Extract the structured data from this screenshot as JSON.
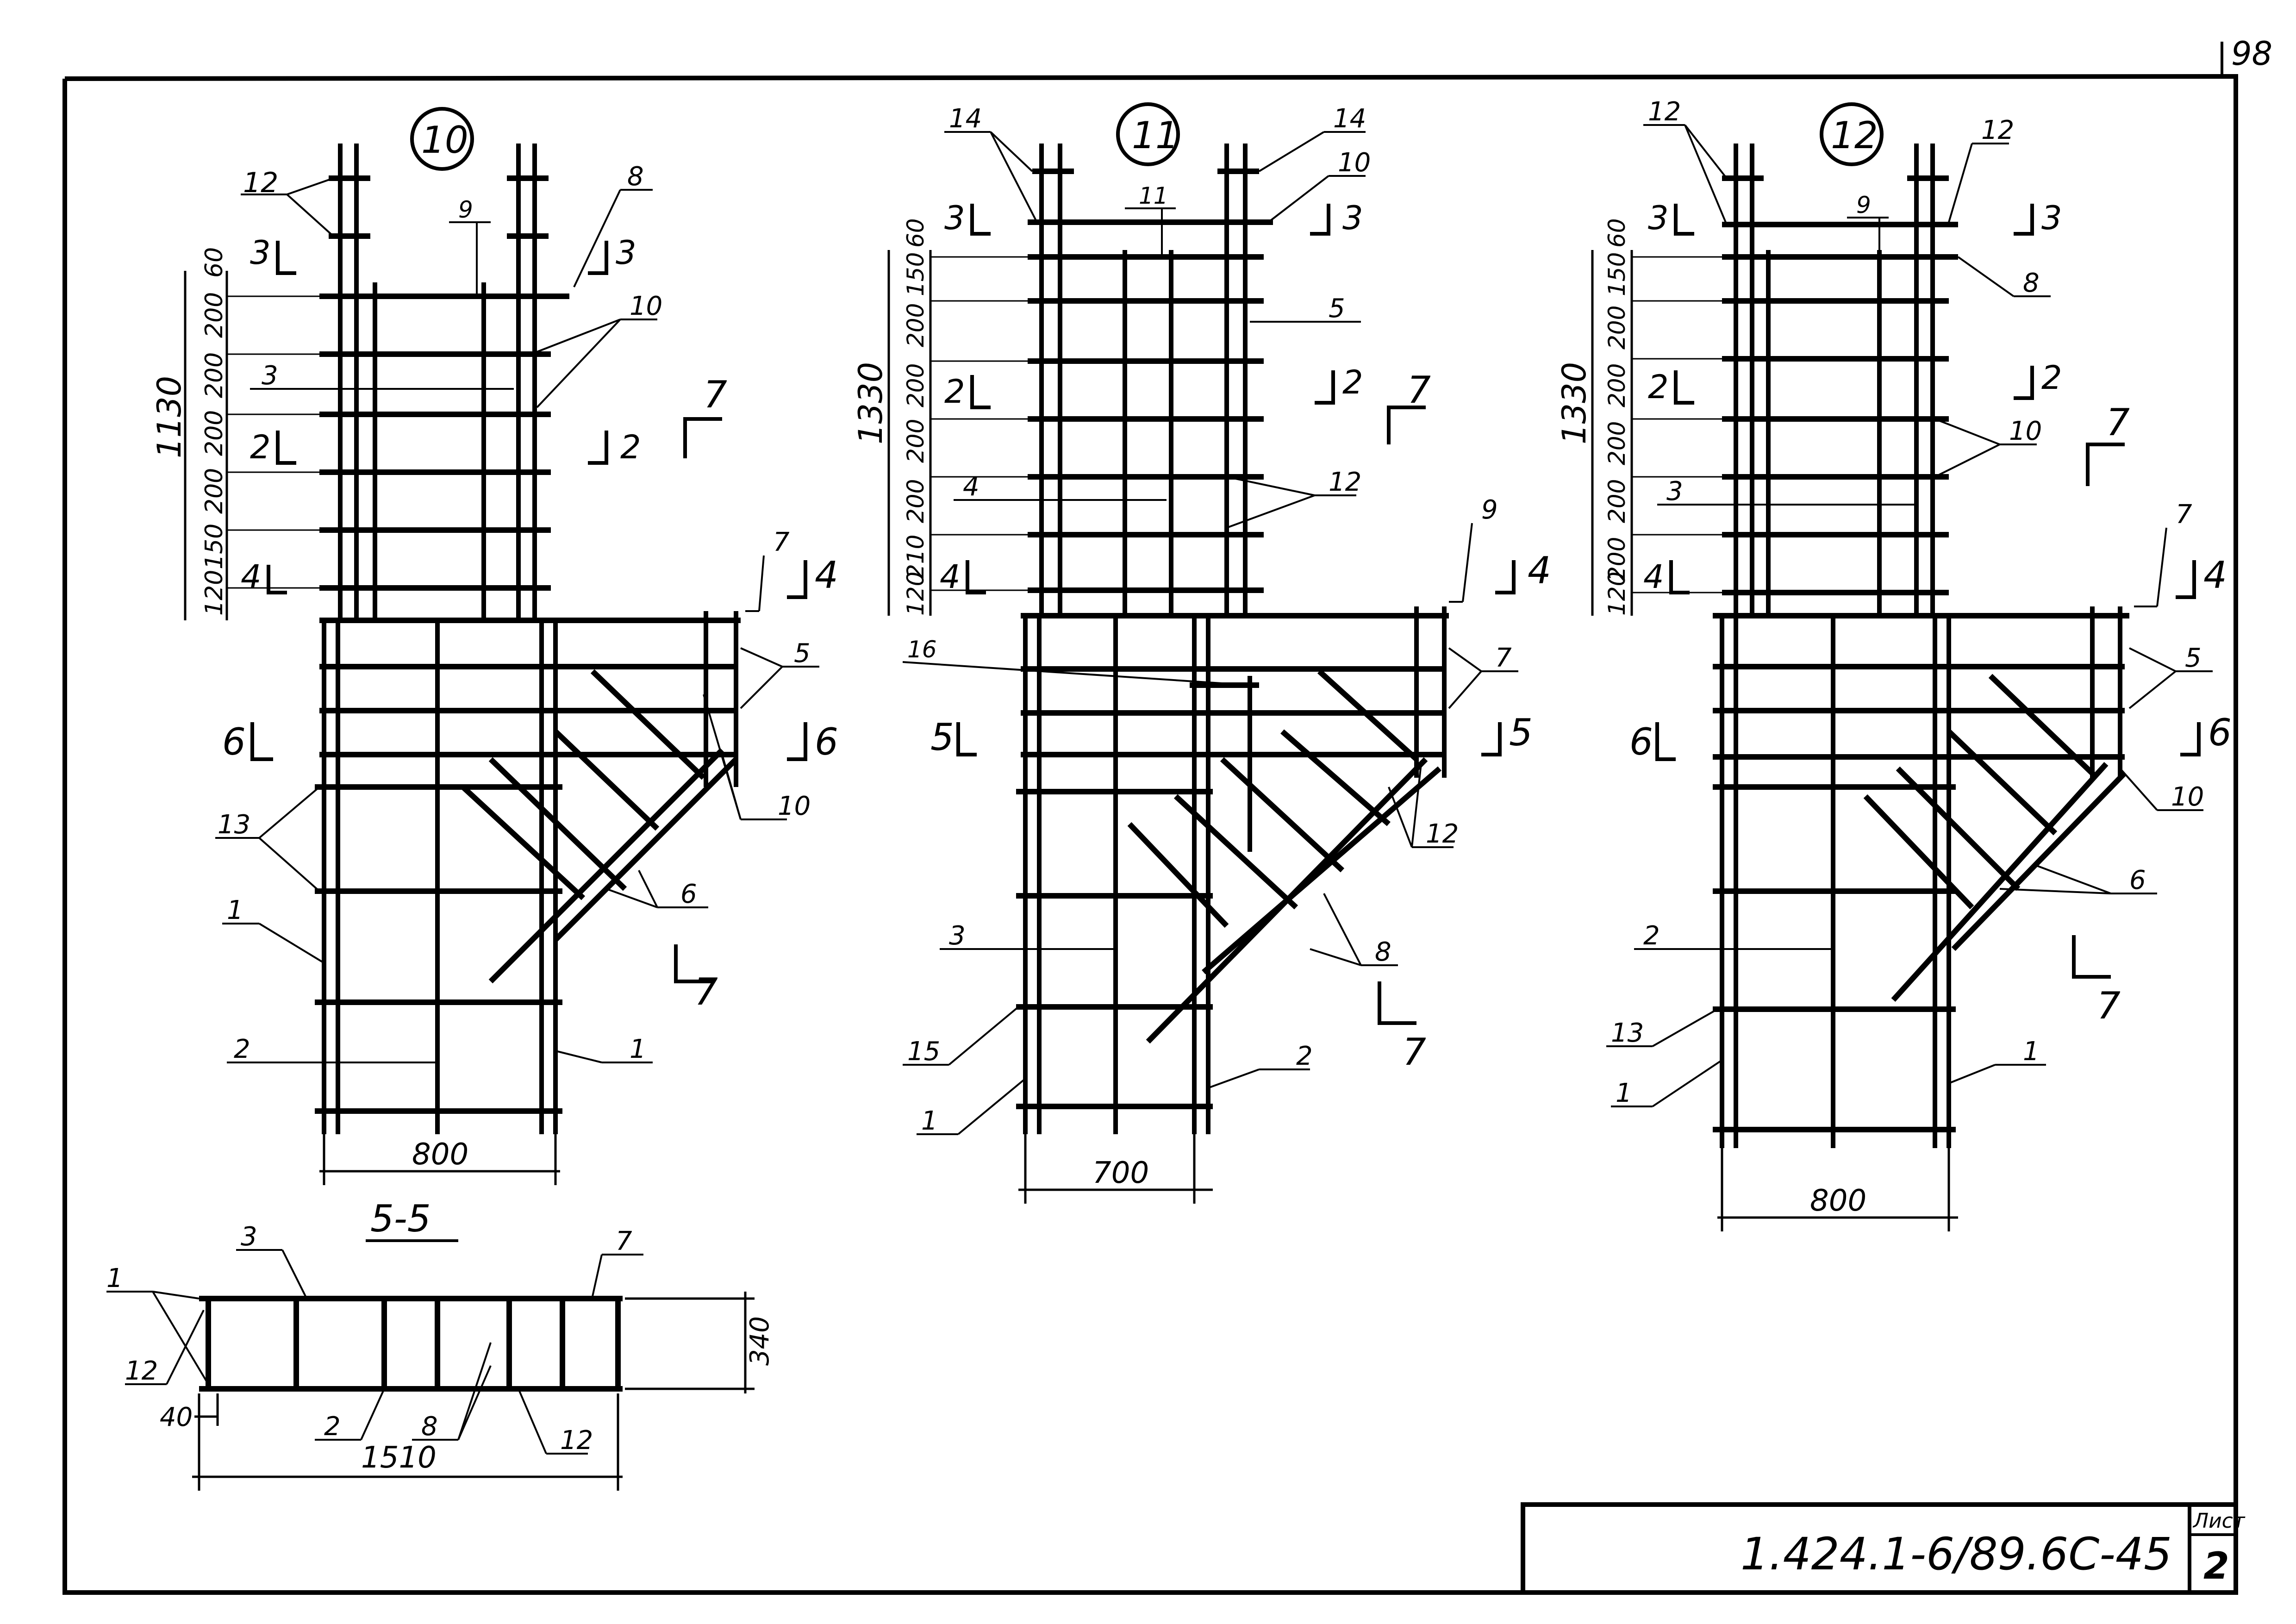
{
  "sheet": {
    "page_number": "98",
    "code": "1.424.1-6/89.6С-45",
    "list_label": "Лист",
    "list_number": "2"
  },
  "frames": [
    {
      "id": "10",
      "width_dim": "800",
      "height_dim": "1130",
      "v_dims": [
        "60",
        "200",
        "200",
        "200",
        "200",
        "150",
        "120"
      ],
      "section_marks": [
        "3",
        "3",
        "2",
        "2",
        "4",
        "4",
        "6",
        "6",
        "7",
        "7"
      ],
      "callouts": [
        "12",
        "9",
        "8",
        "10",
        "3",
        "7",
        "5",
        "10",
        "13",
        "6",
        "1",
        "2",
        "1"
      ]
    },
    {
      "id": "11",
      "width_dim": "700",
      "height_dim": "1330",
      "v_dims": [
        "60",
        "150",
        "200",
        "200",
        "200",
        "200",
        "210",
        "120"
      ],
      "section_marks": [
        "3",
        "3",
        "2",
        "2",
        "4",
        "4",
        "5",
        "5",
        "7",
        "7"
      ],
      "callouts": [
        "14",
        "14",
        "10",
        "11",
        "5",
        "4",
        "12",
        "9",
        "16",
        "7",
        "12",
        "3",
        "8",
        "15",
        "1",
        "2"
      ]
    },
    {
      "id": "12",
      "width_dim": "800",
      "height_dim": "1330",
      "v_dims": [
        "60",
        "150",
        "200",
        "200",
        "200",
        "200",
        "200",
        "120"
      ],
      "section_marks": [
        "3",
        "3",
        "2",
        "2",
        "4",
        "4",
        "6",
        "6",
        "7",
        "7"
      ],
      "callouts": [
        "12",
        "9",
        "12",
        "8",
        "10",
        "3",
        "7",
        "5",
        "10",
        "6",
        "2",
        "13",
        "1",
        "1"
      ]
    }
  ],
  "section": {
    "title": "5-5",
    "width_dim": "1510",
    "height_dim": "340",
    "edge_dim": "40",
    "callouts": [
      "3",
      "1",
      "7",
      "12",
      "2",
      "8",
      "12"
    ]
  }
}
